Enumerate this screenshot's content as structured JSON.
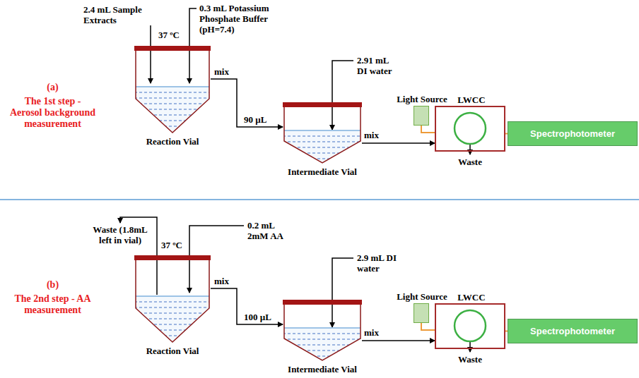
{
  "diagram": {
    "nodes": [
      {
        "text": [
          "Reaction Vial"
        ]
      },
      {
        "text": [
          "Intermediate Vial"
        ]
      },
      {
        "text": [
          "Light Source"
        ]
      },
      {
        "text": [
          "LWCC"
        ]
      },
      {
        "text": [
          "Spectrophotometer"
        ]
      },
      {
        "text": [
          "Reaction Vial"
        ]
      },
      {
        "text": [
          "Intermediate Vial"
        ]
      },
      {
        "text": [
          "Light Source"
        ]
      },
      {
        "text": [
          "LWCC"
        ]
      },
      {
        "text": [
          "Spectrophotometer"
        ]
      }
    ],
    "edges": [
      {
        "from": 0,
        "to": 1,
        "label": "90 µL",
        "arrow": "to"
      },
      {
        "from": 1,
        "to": 3,
        "arrow": "to"
      },
      {
        "from": 2,
        "to": 3,
        "arrow": "none"
      },
      {
        "from": 3,
        "to": 4,
        "arrow": "none"
      },
      {
        "from": 5,
        "to": 6,
        "label": "100 µL",
        "arrow": "to"
      },
      {
        "from": 6,
        "to": 8,
        "arrow": "to"
      },
      {
        "from": 7,
        "to": 8,
        "arrow": "none"
      },
      {
        "from": 8,
        "to": 9,
        "arrow": "none"
      }
    ],
    "labels": [
      "2.4 mL Sample Extracts",
      "0.3 mL Potassium Phosphate Buffer (pH=7.4)",
      "37 ºC",
      "mix",
      "2.91 mL DI water",
      "mix",
      "Waste",
      "(a)",
      "The 1st step - Aerosol background measurement",
      "Waste (1.8mL left in vial)",
      "0.2 mL 2mM AA",
      "37 ºC",
      "mix",
      "2.9 mL DI water",
      "mix",
      "Waste",
      "(b)",
      "The 2nd step - AA measurement"
    ]
  }
}
